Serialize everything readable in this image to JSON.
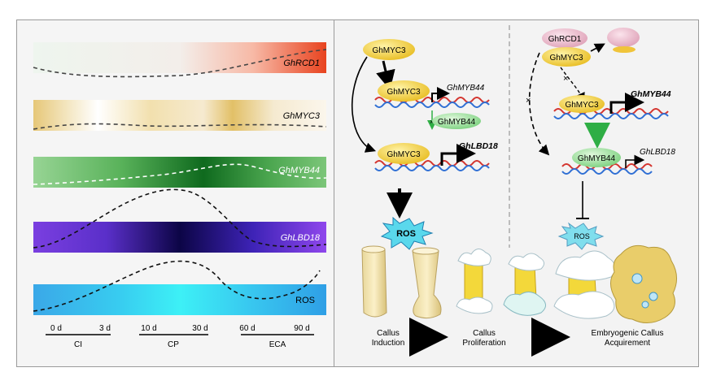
{
  "timeline": {
    "bands": [
      {
        "label": "GhRCD1",
        "italic": true,
        "label_color": "#1a1a1a"
      },
      {
        "label": "GhMYC3",
        "italic": true,
        "label_color": "#1a1a1a"
      },
      {
        "label": "GhMYB44",
        "italic": true,
        "label_color": "#ffffff"
      },
      {
        "label": "GhLBD18",
        "italic": true,
        "label_color": "#ffffff"
      },
      {
        "label": "ROS",
        "italic": false,
        "label_color": "#1a1a1a"
      }
    ],
    "ticks": [
      "0 d",
      "3 d",
      "10 d",
      "30 d",
      "60 d",
      "90 d"
    ],
    "stages": [
      "CI",
      "CP",
      "ECA"
    ]
  },
  "pathway": {
    "proteins": {
      "myc3_top": "GhMYC3",
      "myc3_bound": "GhMYC3",
      "myb44_free": "GhMYB44",
      "myc3_lbd": "GhMYC3",
      "rcd1": "GhRCD1",
      "myc3_complex": "GhMYC3",
      "myc3_right": "GhMYC3",
      "myb44_right": "GhMYB44"
    },
    "genes": {
      "myb44_left": "GhMYB44",
      "lbd18_left": "GhLBD18",
      "myb44_right": "GhMYB44",
      "lbd18_right": "GhLBD18"
    },
    "ros_left": "ROS",
    "ros_right": "ROS",
    "inhibit_mark": "×",
    "stage_labels": [
      [
        "Callus",
        "Induction"
      ],
      [
        "Callus",
        "Proliferation"
      ],
      [
        "Embryogenic Callus",
        "Acquirement"
      ]
    ]
  },
  "colors": {
    "rcd1": "#e8431f",
    "myc3": "#e6c76a",
    "myb44": "#2e8f36",
    "lbd18": "#2a0a7a",
    "ros": "#33c9ef",
    "green_arrow": "#33b04a",
    "protein_yellow": "#f0cf3c",
    "protein_green": "#8fd990",
    "protein_pink": "#e9b3c6"
  }
}
